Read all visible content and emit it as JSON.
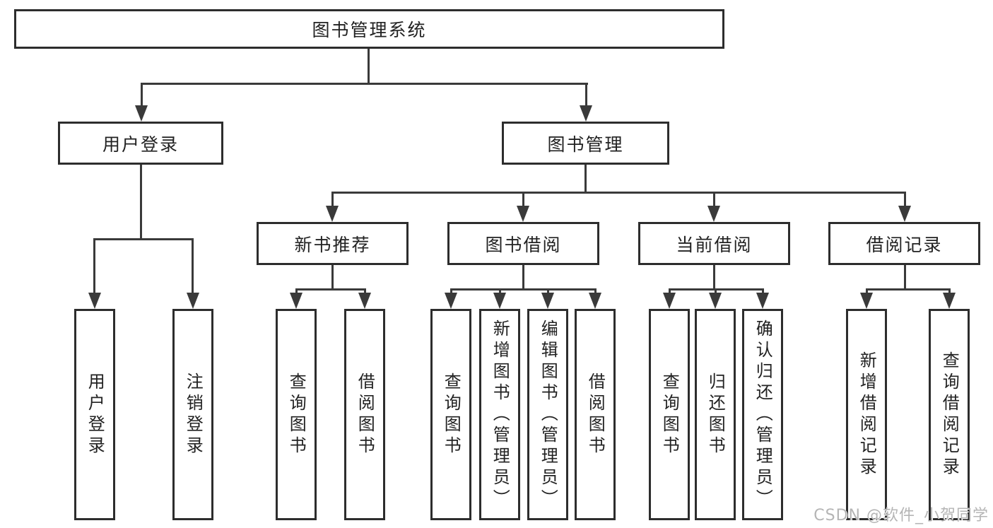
{
  "colors": {
    "background": "#ffffff",
    "box_border": "#2d2d2d",
    "line": "#3a3a3a",
    "text": "#222222",
    "watermark": "#b5b5b5"
  },
  "watermark": {
    "text": "CSDN @软件_小贺同学"
  },
  "diagram": {
    "root": {
      "label": "图书管理系统"
    },
    "branches": [
      {
        "label": "用户登录",
        "children": [
          {
            "label": "用户登录"
          },
          {
            "label": "注销登录"
          }
        ]
      },
      {
        "label": "图书管理",
        "children": [
          {
            "label": "新书推荐",
            "children": [
              {
                "label": "查询图书"
              },
              {
                "label": "借阅图书"
              }
            ]
          },
          {
            "label": "图书借阅",
            "children": [
              {
                "label": "查询图书"
              },
              {
                "label": "新增图书（管理员）"
              },
              {
                "label": "编辑图书（管理员）"
              },
              {
                "label": "借阅图书"
              }
            ]
          },
          {
            "label": "当前借阅",
            "children": [
              {
                "label": "查询图书"
              },
              {
                "label": "归还图书"
              },
              {
                "label": "确认归还（管理员）"
              }
            ]
          },
          {
            "label": "借阅记录",
            "children": [
              {
                "label": "新增借阅记录"
              },
              {
                "label": "查询借阅记录"
              }
            ]
          }
        ]
      }
    ]
  }
}
